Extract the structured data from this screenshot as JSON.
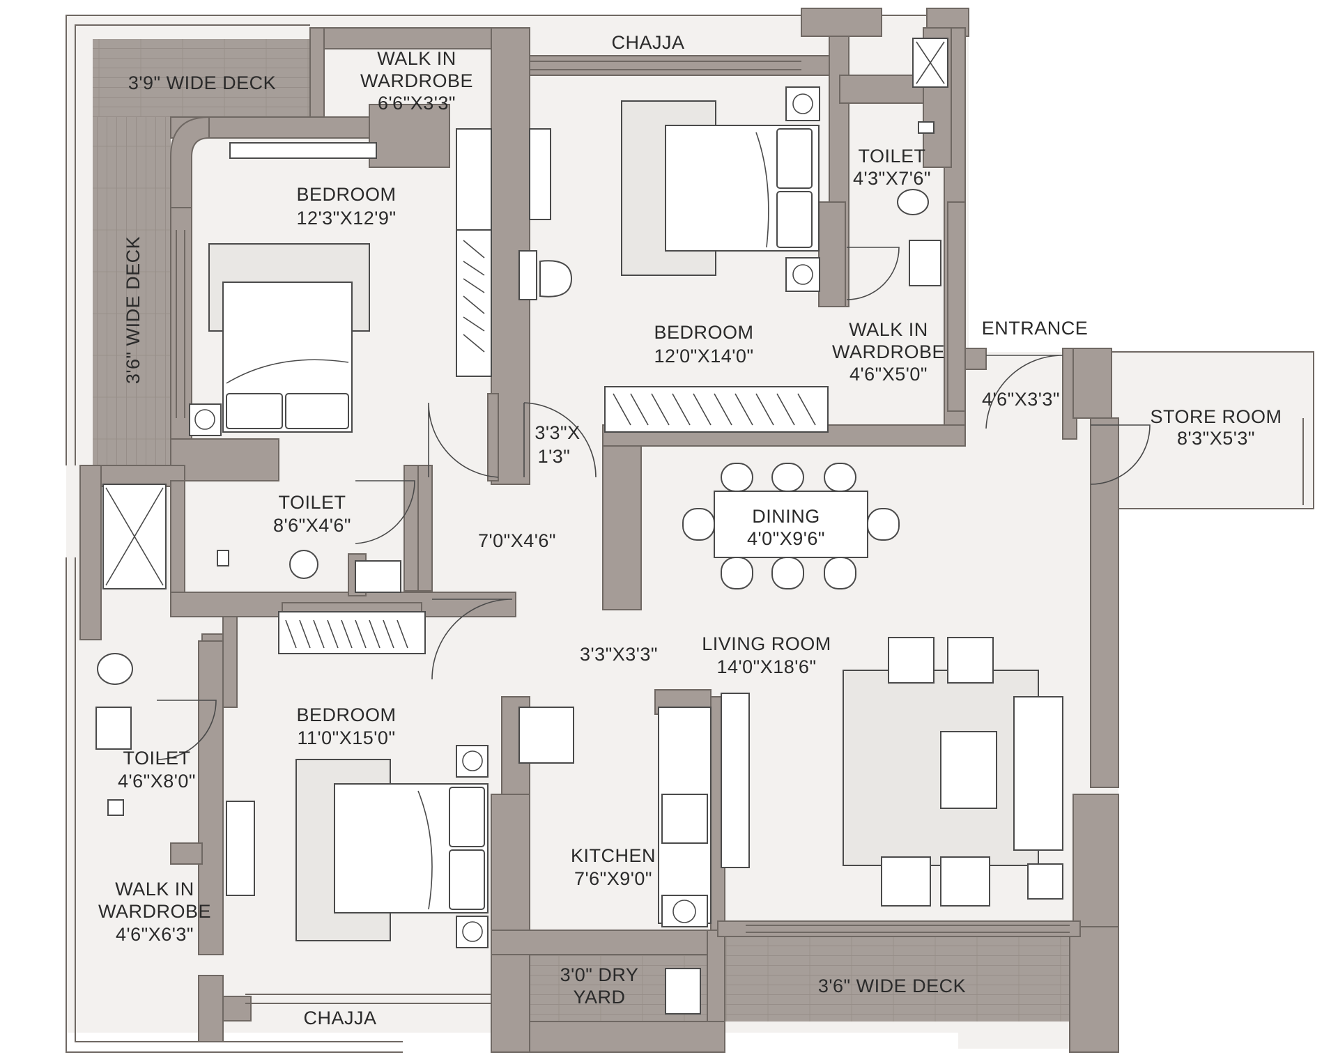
{
  "labels": {
    "deck_top": "3'9\" WIDE DECK",
    "deck_left": "3'6\" WIDE DECK",
    "wic1_title": "WALK IN",
    "wic1_sub": "WARDROBE",
    "wic1_size": "6'6\"X3'3\"",
    "chajja_top": "CHAJJA",
    "bed1_title": "BEDROOM",
    "bed1_size": "12'3\"X12'9\"",
    "toilet1_title": "TOILET",
    "toilet1_size": "4'3\"X7'6\"",
    "bed2_title": "BEDROOM",
    "bed2_size": "12'0\"X14'0\"",
    "wic2_title": "WALK IN",
    "wic2_sub": "WARDROBE",
    "wic2_size": "4'6\"X5'0\"",
    "entrance": "ENTRANCE",
    "foyer_size": "4'6\"X3'3\"",
    "store_title": "STORE ROOM",
    "store_size": "8'3\"X5'3\"",
    "passage1_a": "3'3\"X",
    "passage1_b": "1'3\"",
    "toilet2_title": "TOILET",
    "toilet2_size": "8'6\"X4'6\"",
    "passage2_size": "7'0\"X4'6\"",
    "dining_title": "DINING",
    "dining_size": "4'0\"X9'6\"",
    "passage3_size": "3'3\"X3'3\"",
    "living_title": "LIVING ROOM",
    "living_size": "14'0\"X18'6\"",
    "bed3_title": "BEDROOM",
    "bed3_size": "11'0\"X15'0\"",
    "toilet3_title": "TOILET",
    "toilet3_size": "4'6\"X8'0\"",
    "kitchen_title": "KITCHEN",
    "kitchen_size": "7'6\"X9'0\"",
    "wic3_title": "WALK IN",
    "wic3_sub": "WARDROBE",
    "wic3_size": "4'6\"X6'3\"",
    "dry_title": "3'0\" DRY",
    "dry_sub": "YARD",
    "deck_bottom": "3'6\" WIDE DECK",
    "chajja_bottom": "CHAJJA"
  },
  "colors": {
    "wall": "#a59c97",
    "floor": "#f3f1ef",
    "deck": "#a69e99",
    "line": "#4a4a4a"
  }
}
